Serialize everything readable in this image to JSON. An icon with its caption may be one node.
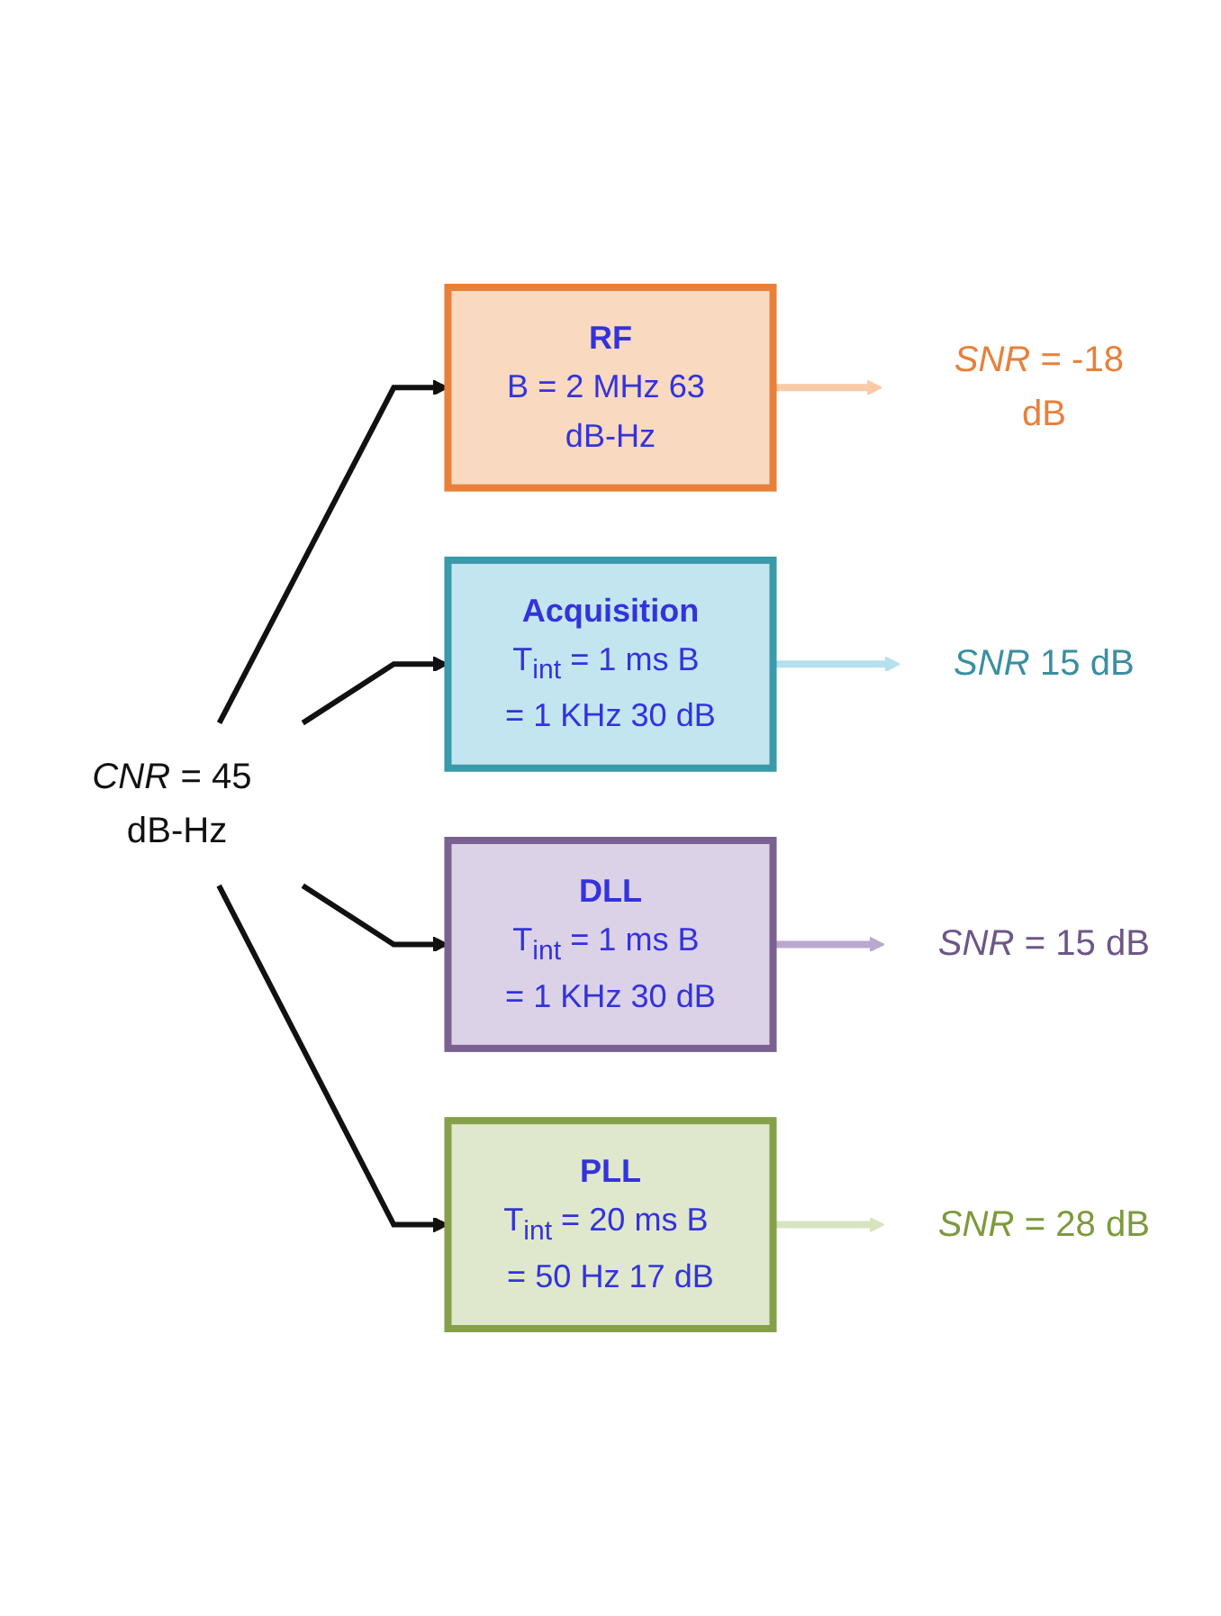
{
  "diagram": {
    "nodes": [
      {
        "text": [
          "*CNR* = 45 dB-Hz"
        ]
      },
      {
        "text": [
          "RF",
          "B = 2 MHz 63 dB-Hz"
        ]
      },
      {
        "text": [
          "Acquisition",
          "T$_{int}$ = 1 ms B = 1 KHz 30 dB"
        ]
      },
      {
        "text": [
          "DLL",
          "T$_{int}$ = 1 ms B = 1 KHz 30 dB"
        ]
      },
      {
        "text": [
          "PLL",
          "T$_{int}$ = 20 ms B = 50 Hz 17 dB"
        ]
      },
      {
        "text": [
          "*SNR* = -18 dB"
        ]
      },
      {
        "text": [
          "*SNR* 15 dB"
        ]
      },
      {
        "text": [
          "*SNR* = 15 dB"
        ]
      },
      {
        "text": [
          "*SNR* = 28 dB"
        ]
      }
    ],
    "edges": [
      {
        "from": 0,
        "to": 1,
        "arrow": "to"
      },
      {
        "from": 0,
        "to": 2,
        "arrow": "to"
      },
      {
        "from": 0,
        "to": 3,
        "arrow": "to"
      },
      {
        "from": 0,
        "to": 4,
        "arrow": "to"
      },
      {
        "from": 1,
        "to": 5,
        "arrow": "to",
        "color": "#f8cba6"
      },
      {
        "from": 2,
        "to": 6,
        "arrow": "to",
        "color": "#b5e0ee"
      },
      {
        "from": 3,
        "to": 7,
        "arrow": "to",
        "color": "#b9a8cf"
      },
      {
        "from": 4,
        "to": 8,
        "arrow": "to",
        "color": "#d7e4c0"
      }
    ]
  }
}
